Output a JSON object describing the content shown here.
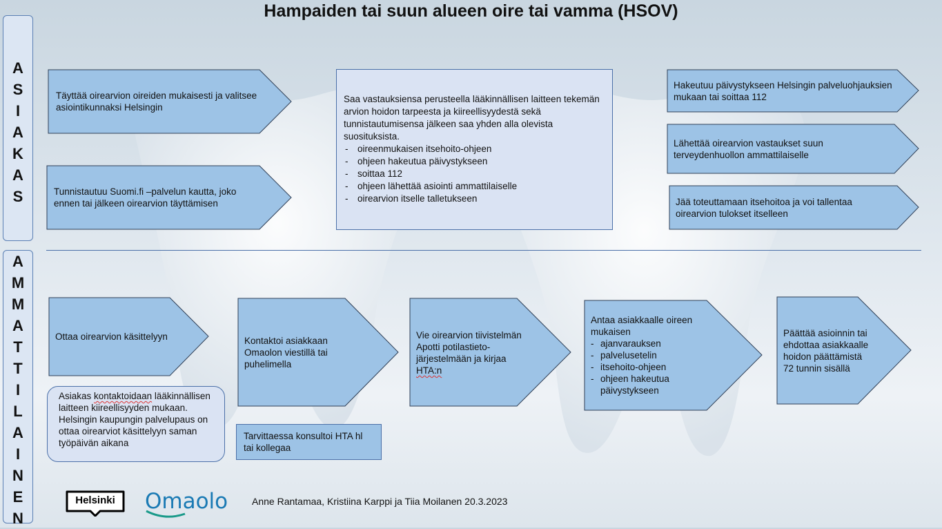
{
  "title": "Hampaiden tai suun alueen oire tai vamma (HSOV)",
  "side_labels": {
    "asiakas": [
      "A",
      "S",
      "I",
      "A",
      "K",
      "A",
      "S"
    ],
    "ammattilainen": [
      "A",
      "M",
      "M",
      "A",
      "T",
      "T",
      "I",
      "L",
      "A",
      "I",
      "N",
      "E",
      "N"
    ]
  },
  "asiakas": {
    "fill_oirearvio": "Täyttää oirearvion oireiden mukaisesti ja valitsee asiointikunnaksi Helsingin",
    "tunnistautuu": "Tunnistautuu Suomi.fi –palvelun kautta, joko ennen tai jälkeen oirearvion täyttämisen",
    "center_intro": "Saa vastauksiensa perusteella lääkinnällisen laitteen tekemän arvion hoidon tarpeesta ja kiireellisyydestä sekä tunnistautumisensa jälkeen saa yhden alla olevista suosituksista.",
    "center_items": [
      "oireenmukaisen itsehoito-ohjeen",
      "ohjeen hakeutua päivystykseen",
      "soittaa 112",
      "ohjeen lähettää asiointi ammattilaiselle",
      "oirearvion itselle talletukseen"
    ],
    "right_1": "Hakeutuu päivystykseen Helsingin palveluohjauksien mukaan tai soittaa 112",
    "right_2": "Lähettää oirearvion vastaukset suun terveydenhuollon ammattilaiselle",
    "right_3": "Jää toteuttamaan itsehoitoa ja voi tallentaa oirearvion tulokset itselleen"
  },
  "ammattilainen": {
    "step_1": "Ottaa oirearvion käsittelyyn",
    "step_2": "Kontaktoi asiakkaan Omaolon viestillä tai puhelimella",
    "step_3_a": "Vie oirearvion tiivistelmän Apotti potilastieto-järjestelmään ja kirjaa ",
    "step_3_b": "HTA:n",
    "step_4_intro": "Antaa asiakkaalle oireen mukaisen",
    "step_4_items": [
      "ajanvarauksen",
      "palvelusetelin",
      "itsehoito-ohjeen",
      "ohjeen hakeutua päivystykseen"
    ],
    "step_5": "Päättää asioinnin tai ehdottaa asiakkaalle hoidon päättämistä 72 tunnin sisällä",
    "note_a": "Asiakas ",
    "note_b": "kontaktoidaan",
    "note_c": " lääkinnällisen laitteen kiireellisyyden mukaan. Helsingin kaupungin palvelupaus on ottaa oirearviot käsittelyyn saman työpäivän aikana",
    "consult": "Tarvittaessa konsultoi HTA hl tai kollegaa"
  },
  "footer": {
    "logo_helsinki": "Helsinki",
    "logo_omaolo": "Omaolo",
    "authors": "Anne Rantamaa, Kristiina Karppi ja Tiia Moilanen 20.3.2023"
  },
  "colors": {
    "arrow_fill": "#9dc3e6",
    "arrow_stroke": "#2f3f56",
    "box_fill": "#dae3f3",
    "accent": "#1a7ab4"
  }
}
